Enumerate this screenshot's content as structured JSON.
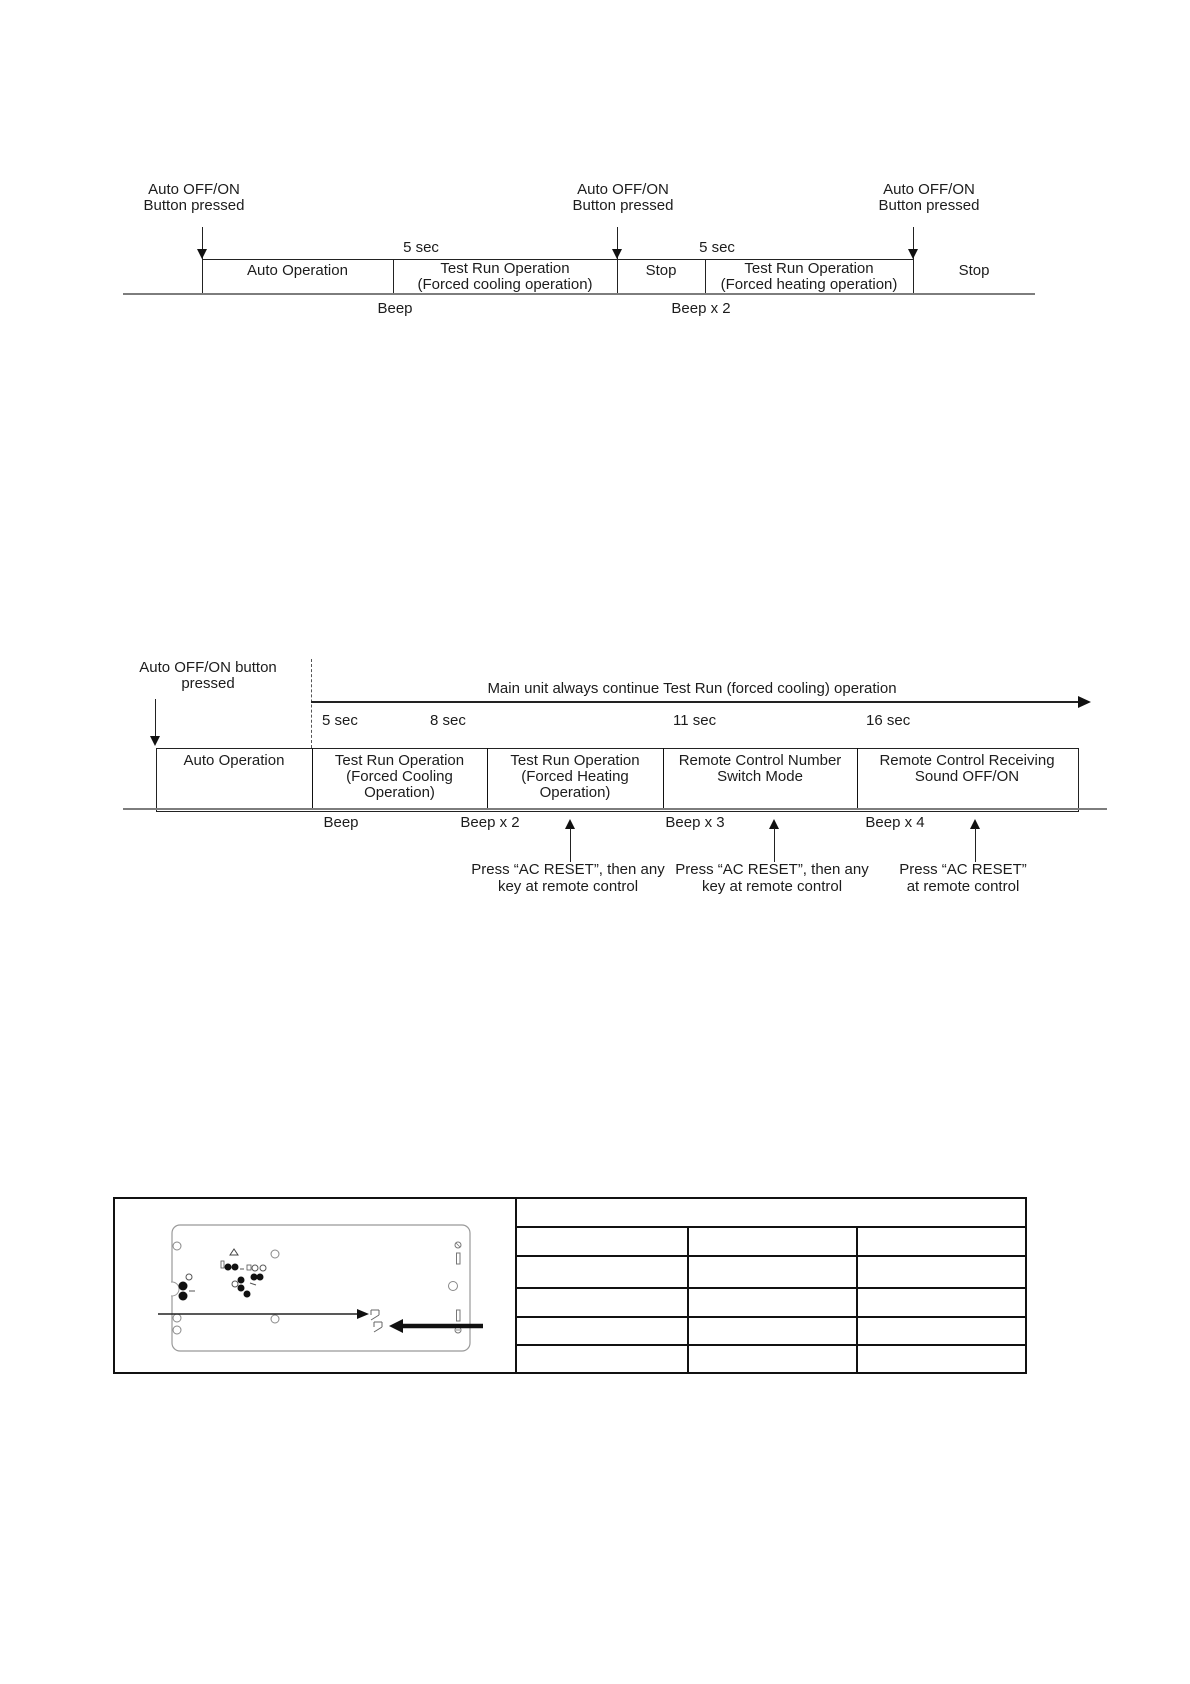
{
  "page": {
    "background": "#ffffff",
    "line_color": "#222222",
    "baseline_color": "#7d7d7d"
  },
  "diagram1": {
    "press_label": "Auto OFF/ON\nButton pressed",
    "sec_label_1": "5 sec",
    "sec_label_2": "5 sec",
    "segments": {
      "auto": "Auto Operation",
      "cooling": "Test Run Operation\n(Forced cooling operation)",
      "stop1": "Stop",
      "heating": "Test Run Operation\n(Forced heating operation)",
      "stop2": "Stop"
    },
    "beep_1": "Beep",
    "beep_2": "Beep x 2"
  },
  "diagram2": {
    "press_label": "Auto OFF/ON button\npressed",
    "main_arrow_label": "Main unit always continue Test Run (forced cooling) operation",
    "sec_labels": {
      "s5": "5 sec",
      "s8": "8 sec",
      "s11": "11 sec",
      "s16": "16 sec"
    },
    "boxes": {
      "auto": "Auto Operation",
      "cooling": "Test Run Operation\n(Forced Cooling Operation)",
      "heating": "Test Run Operation\n(Forced Heating Operation)",
      "number_switch": "Remote Control Number\nSwitch Mode",
      "receiving_sound": "Remote Control Receiving\nSound OFF/ON"
    },
    "beeps": {
      "b1": "Beep",
      "b2": "Beep x 2",
      "b3": "Beep x 3",
      "b4": "Beep x 4"
    },
    "press_note_any_key": "Press “AC RESET”, then any\nkey at remote control",
    "press_note_reset_only": "Press “AC RESET”\nat remote control"
  },
  "table": {
    "columns": 3,
    "data_rows": 5,
    "header_spans_columns": true,
    "all_cells_empty": true
  },
  "board": {
    "description": "indicator-pcb-illustration"
  }
}
